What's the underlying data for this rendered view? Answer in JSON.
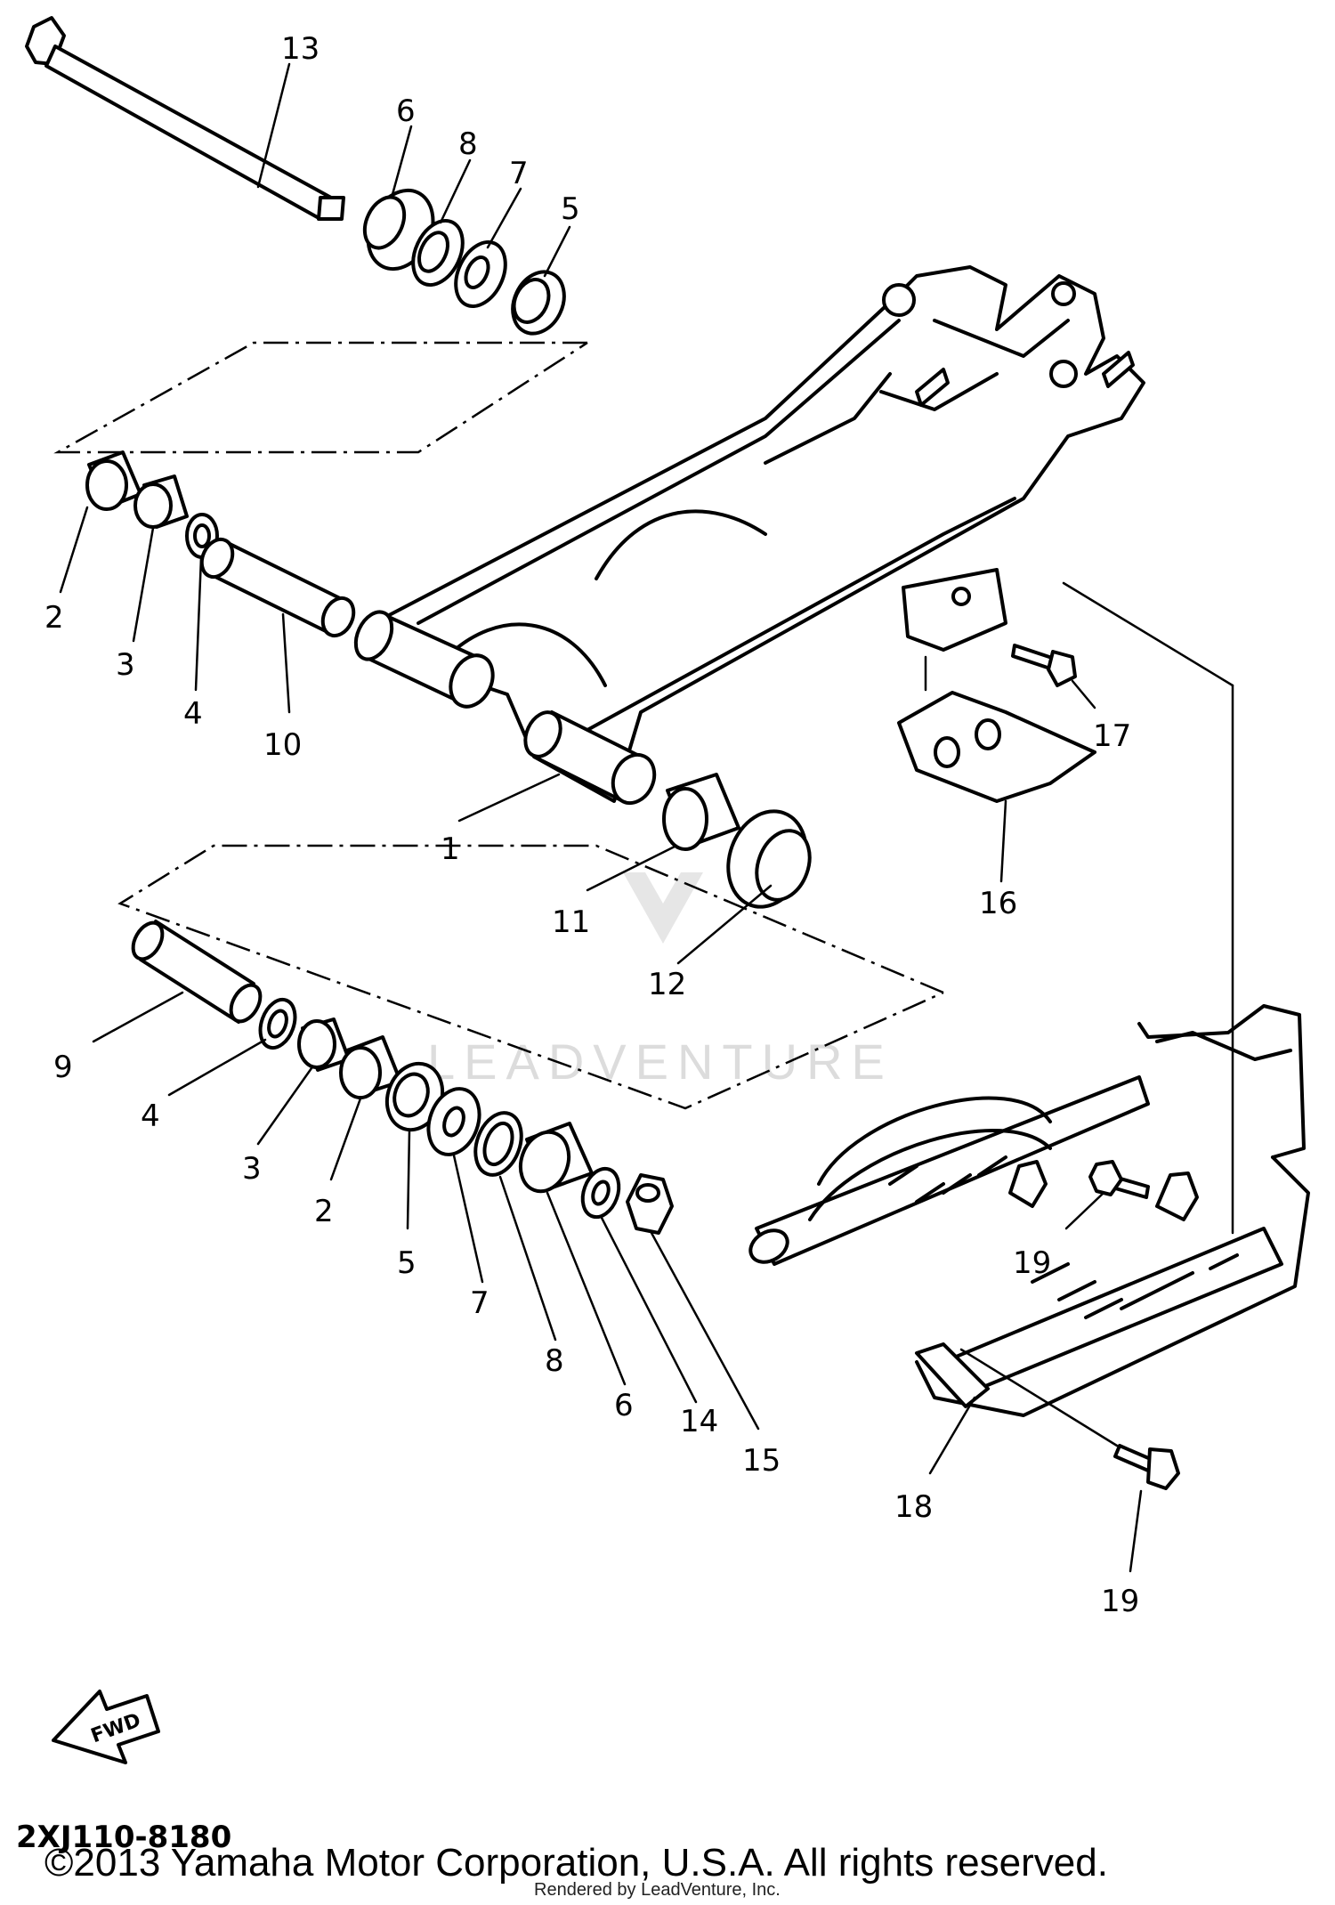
{
  "diagram": {
    "code": "2XJ110-8180",
    "copyright": "©2013 Yamaha Motor Corporation, U.S.A. All rights reserved.",
    "rendered_by": "Rendered by LeadVenture, Inc.",
    "watermark": "LEADVENTURE",
    "fwd_label": "FWD"
  },
  "callouts": [
    {
      "id": "c13a",
      "text": "13"
    },
    {
      "id": "c6a",
      "text": "6"
    },
    {
      "id": "c8a",
      "text": "8"
    },
    {
      "id": "c7a",
      "text": "7"
    },
    {
      "id": "c5a",
      "text": "5"
    },
    {
      "id": "c2a",
      "text": "2"
    },
    {
      "id": "c3a",
      "text": "3"
    },
    {
      "id": "c4a",
      "text": "4"
    },
    {
      "id": "c10",
      "text": "10"
    },
    {
      "id": "c1",
      "text": "1"
    },
    {
      "id": "c11",
      "text": "11"
    },
    {
      "id": "c12",
      "text": "12"
    },
    {
      "id": "c16",
      "text": "16"
    },
    {
      "id": "c17",
      "text": "17"
    },
    {
      "id": "c9",
      "text": "9"
    },
    {
      "id": "c4b",
      "text": "4"
    },
    {
      "id": "c3b",
      "text": "3"
    },
    {
      "id": "c2b",
      "text": "2"
    },
    {
      "id": "c5b",
      "text": "5"
    },
    {
      "id": "c7b",
      "text": "7"
    },
    {
      "id": "c8b",
      "text": "8"
    },
    {
      "id": "c6b",
      "text": "6"
    },
    {
      "id": "c14",
      "text": "14"
    },
    {
      "id": "c15",
      "text": "15"
    },
    {
      "id": "c19a",
      "text": "19"
    },
    {
      "id": "c18",
      "text": "18"
    },
    {
      "id": "c19b",
      "text": "19"
    }
  ]
}
